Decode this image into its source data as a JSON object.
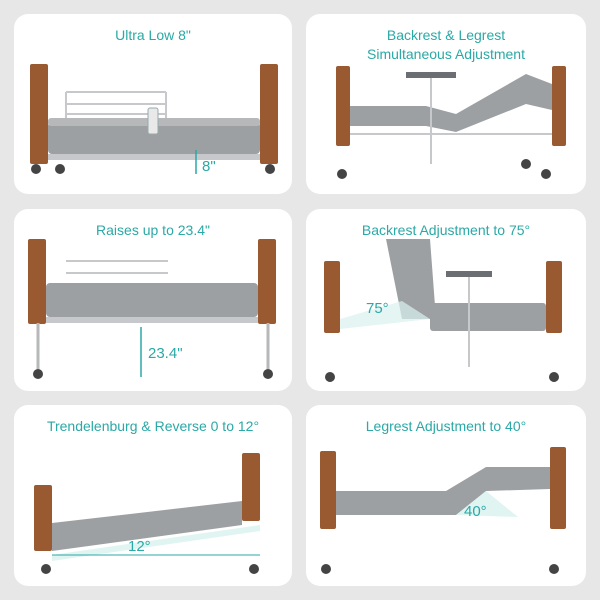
{
  "colors": {
    "accent": "#2aa9a6",
    "wood": "#9a5a31",
    "mattress": "#9da0a3",
    "frame": "#c6c8cb"
  },
  "panels": [
    {
      "title": "Ultra Low 8\"",
      "measure": "8\""
    },
    {
      "title": "Backrest & Legrest\nSimultaneous Adjustment"
    },
    {
      "title": "Raises up to 23.4\"",
      "measure": "23.4\""
    },
    {
      "title": "Backrest Adjustment to 75°",
      "measure": "75°"
    },
    {
      "title": "Trendelenburg & Reverse 0 to 12°",
      "measure": "12°"
    },
    {
      "title": "Legrest Adjustment to 40°",
      "measure": "40°"
    }
  ]
}
